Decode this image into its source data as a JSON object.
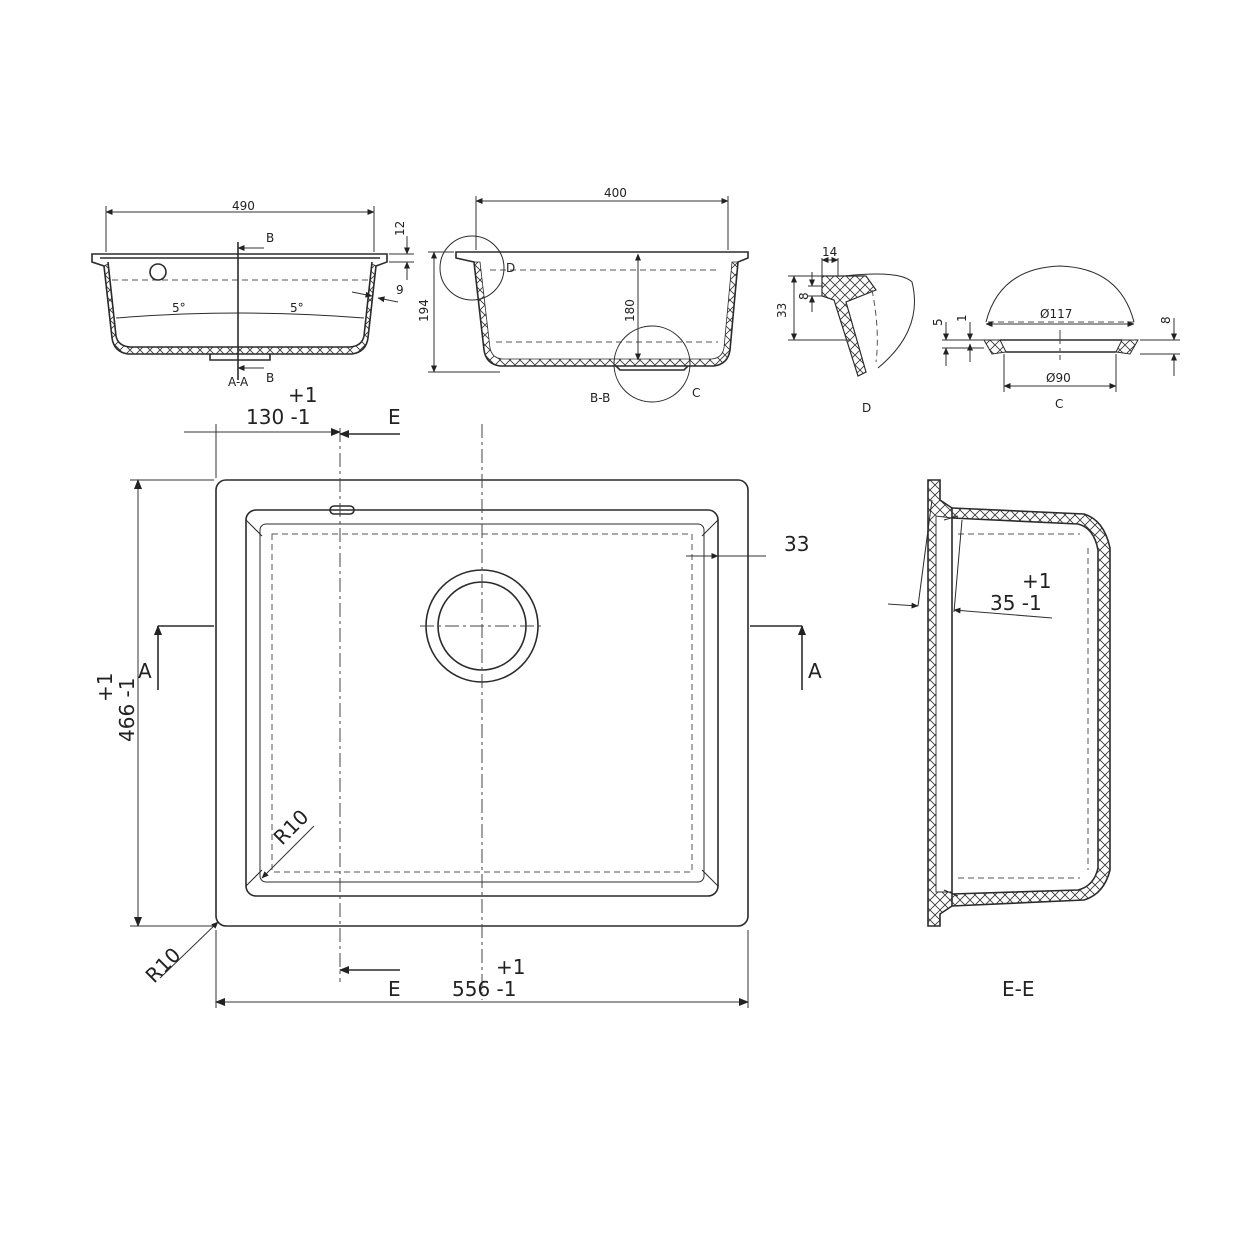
{
  "view_a_a": {
    "width": "490",
    "flange": "12",
    "slope_left": "5°",
    "slope_right": "5°",
    "wall": "9",
    "section_mark_top": "B",
    "section_mark_bottom": "B",
    "title": "A-A"
  },
  "view_b_b": {
    "width": "400",
    "height_total": "194",
    "height_inner": "180",
    "detail_d": "D",
    "detail_c": "C",
    "title": "B-B"
  },
  "detail_d": {
    "top": "14",
    "lip": "8",
    "height": "33",
    "title": "D"
  },
  "detail_c": {
    "diameter_outer": "Ø117",
    "diameter_inner": "Ø90",
    "h5": "5",
    "h1": "1",
    "h8": "8",
    "title": "C"
  },
  "plan": {
    "offset_tol_plus": "+1",
    "offset_value": "130 -1",
    "section_e": "E",
    "section_e_bottom": "E",
    "wall_dim": "33",
    "height_tol_plus": "+1",
    "height_value": "466 -1",
    "section_a_left": "A",
    "section_a_right": "A",
    "radius_inner": "R10",
    "radius_outer": "R10",
    "width_tol_plus": "+1",
    "width_value": "556 -1"
  },
  "view_e_e": {
    "depth_tol_plus": "+1",
    "depth_value": "35 -1",
    "title": "E-E"
  }
}
